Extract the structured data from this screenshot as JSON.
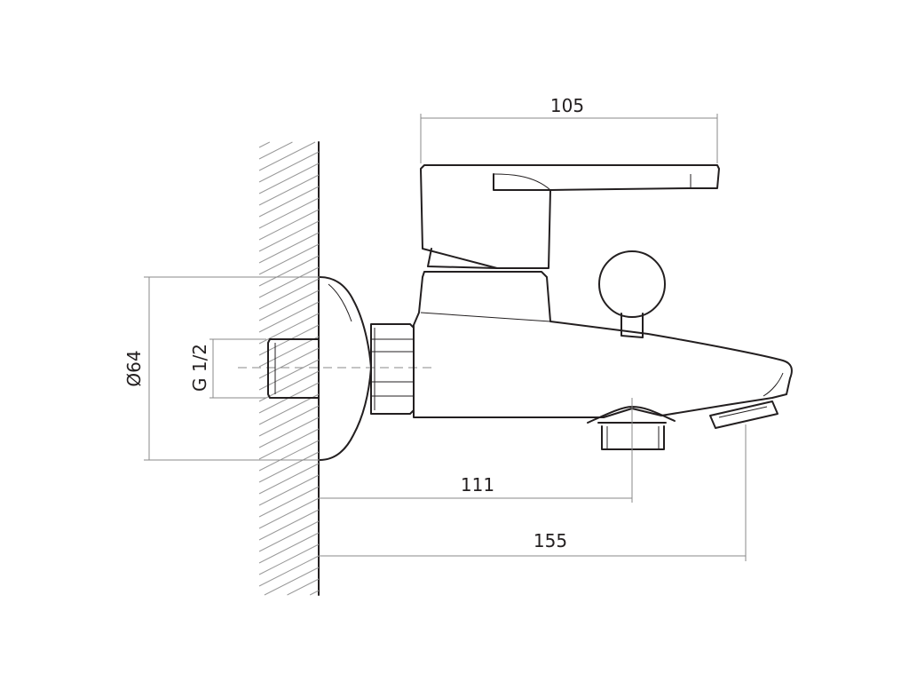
{
  "dimensions": {
    "handle_length": "105",
    "flange_diameter": "Ø64",
    "connection_thread": "G 1/2",
    "outlet_distance": "111",
    "spout_projection": "155"
  },
  "colors": {
    "line": "#231f20",
    "dimension_line": "#8a8a8a"
  }
}
